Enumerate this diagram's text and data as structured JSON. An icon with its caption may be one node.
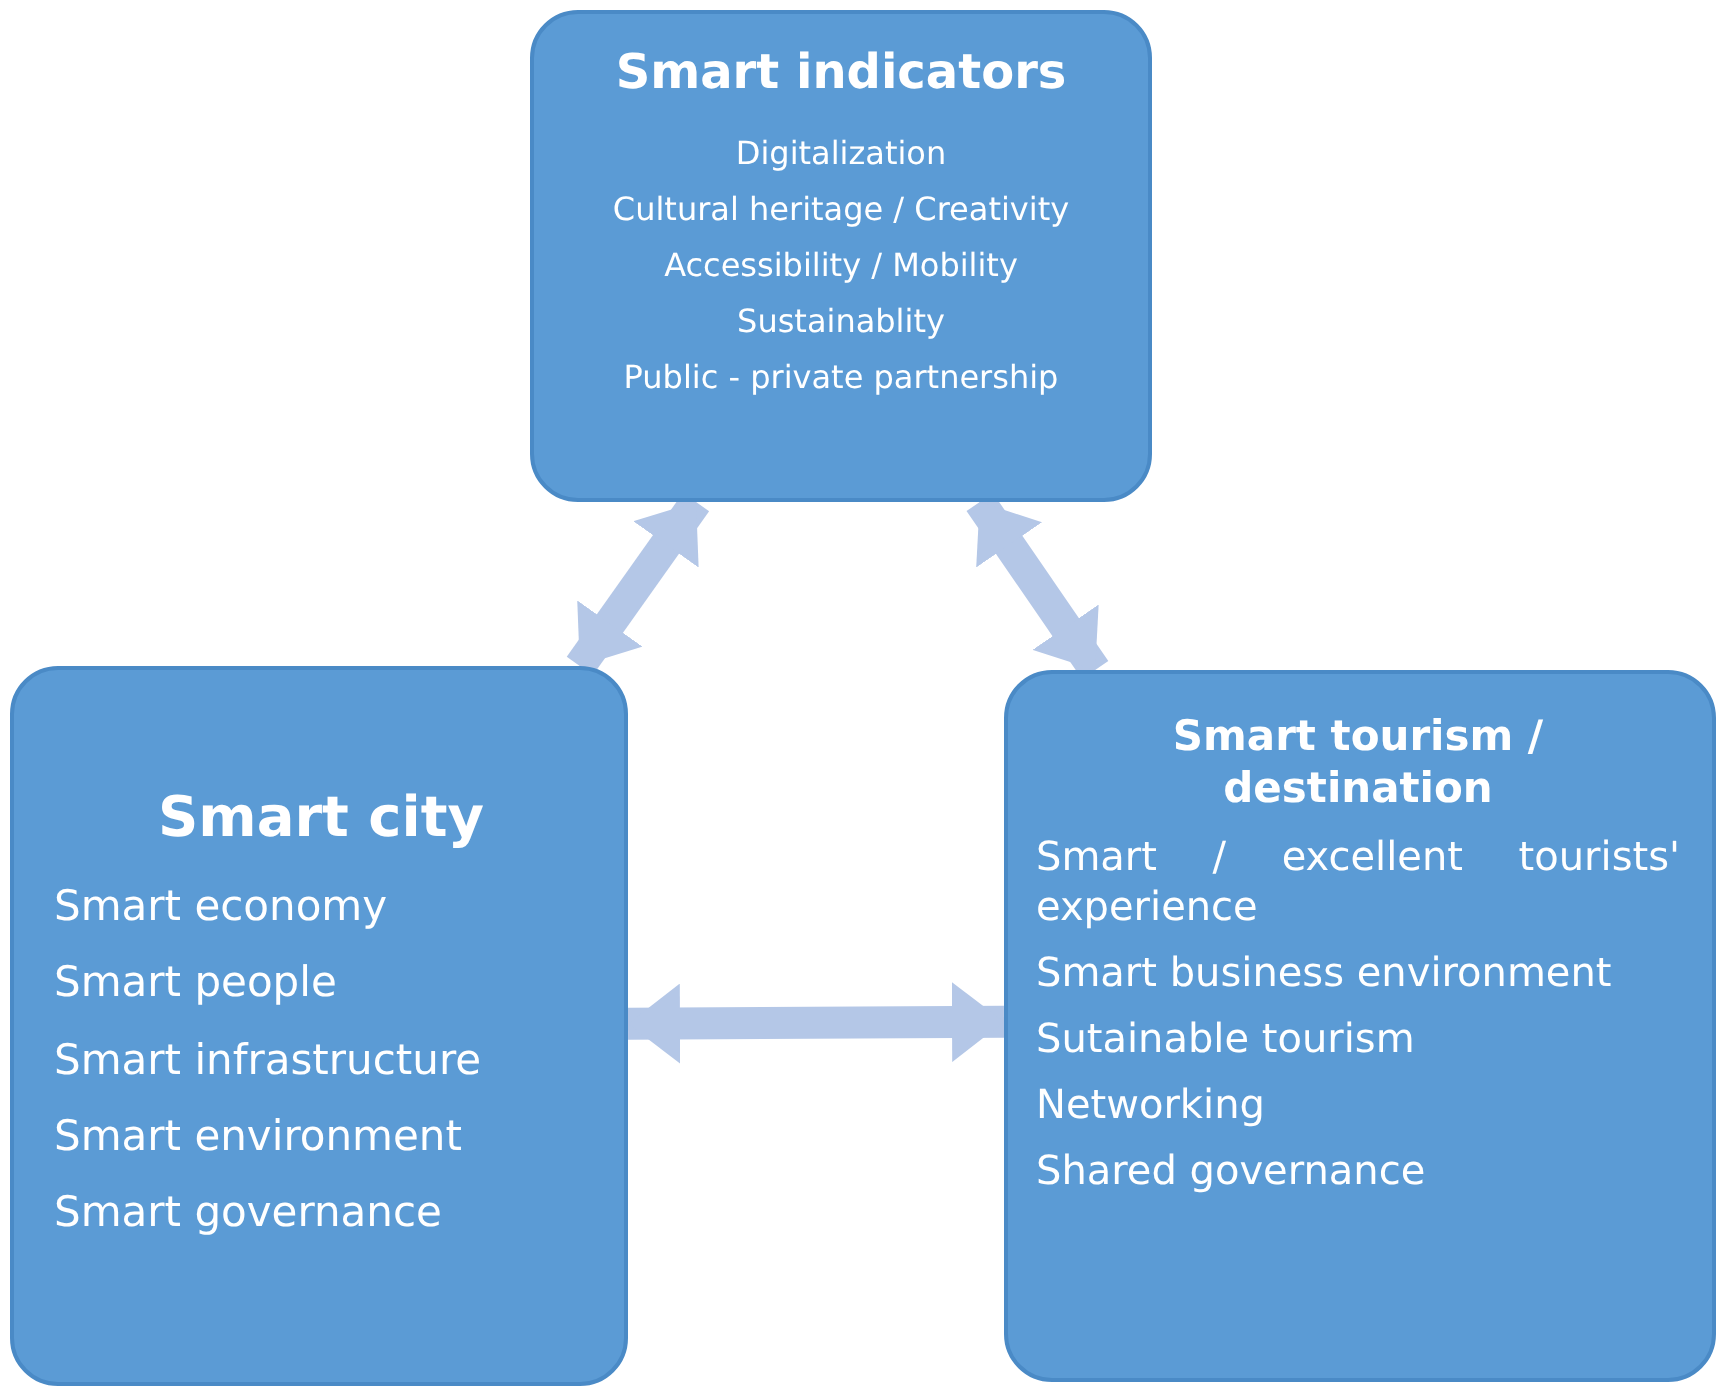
{
  "diagram": {
    "nodes": [
      {
        "text": [
          "Smart indicators",
          "Digitalization",
          "Cultural heritage / Creativity",
          "Accessibility / Mobility",
          "Sustainablity",
          "Public - private partnership"
        ]
      },
      {
        "text": [
          "Smart city",
          "Smart economy",
          "Smart people",
          "Smart infrastructure",
          "Smart environment",
          "Smart governance"
        ]
      },
      {
        "text": [
          "Smart tourism / destination",
          "Smart / excellent tourists' experience",
          "Smart business environment",
          "Sutainable tourism",
          "Networking",
          "Shared governance"
        ]
      }
    ],
    "edges": [
      {
        "from": 1,
        "to": 0,
        "arrow": "both"
      },
      {
        "from": 0,
        "to": 2,
        "arrow": "both"
      },
      {
        "from": 1,
        "to": 2,
        "arrow": "both"
      }
    ]
  }
}
